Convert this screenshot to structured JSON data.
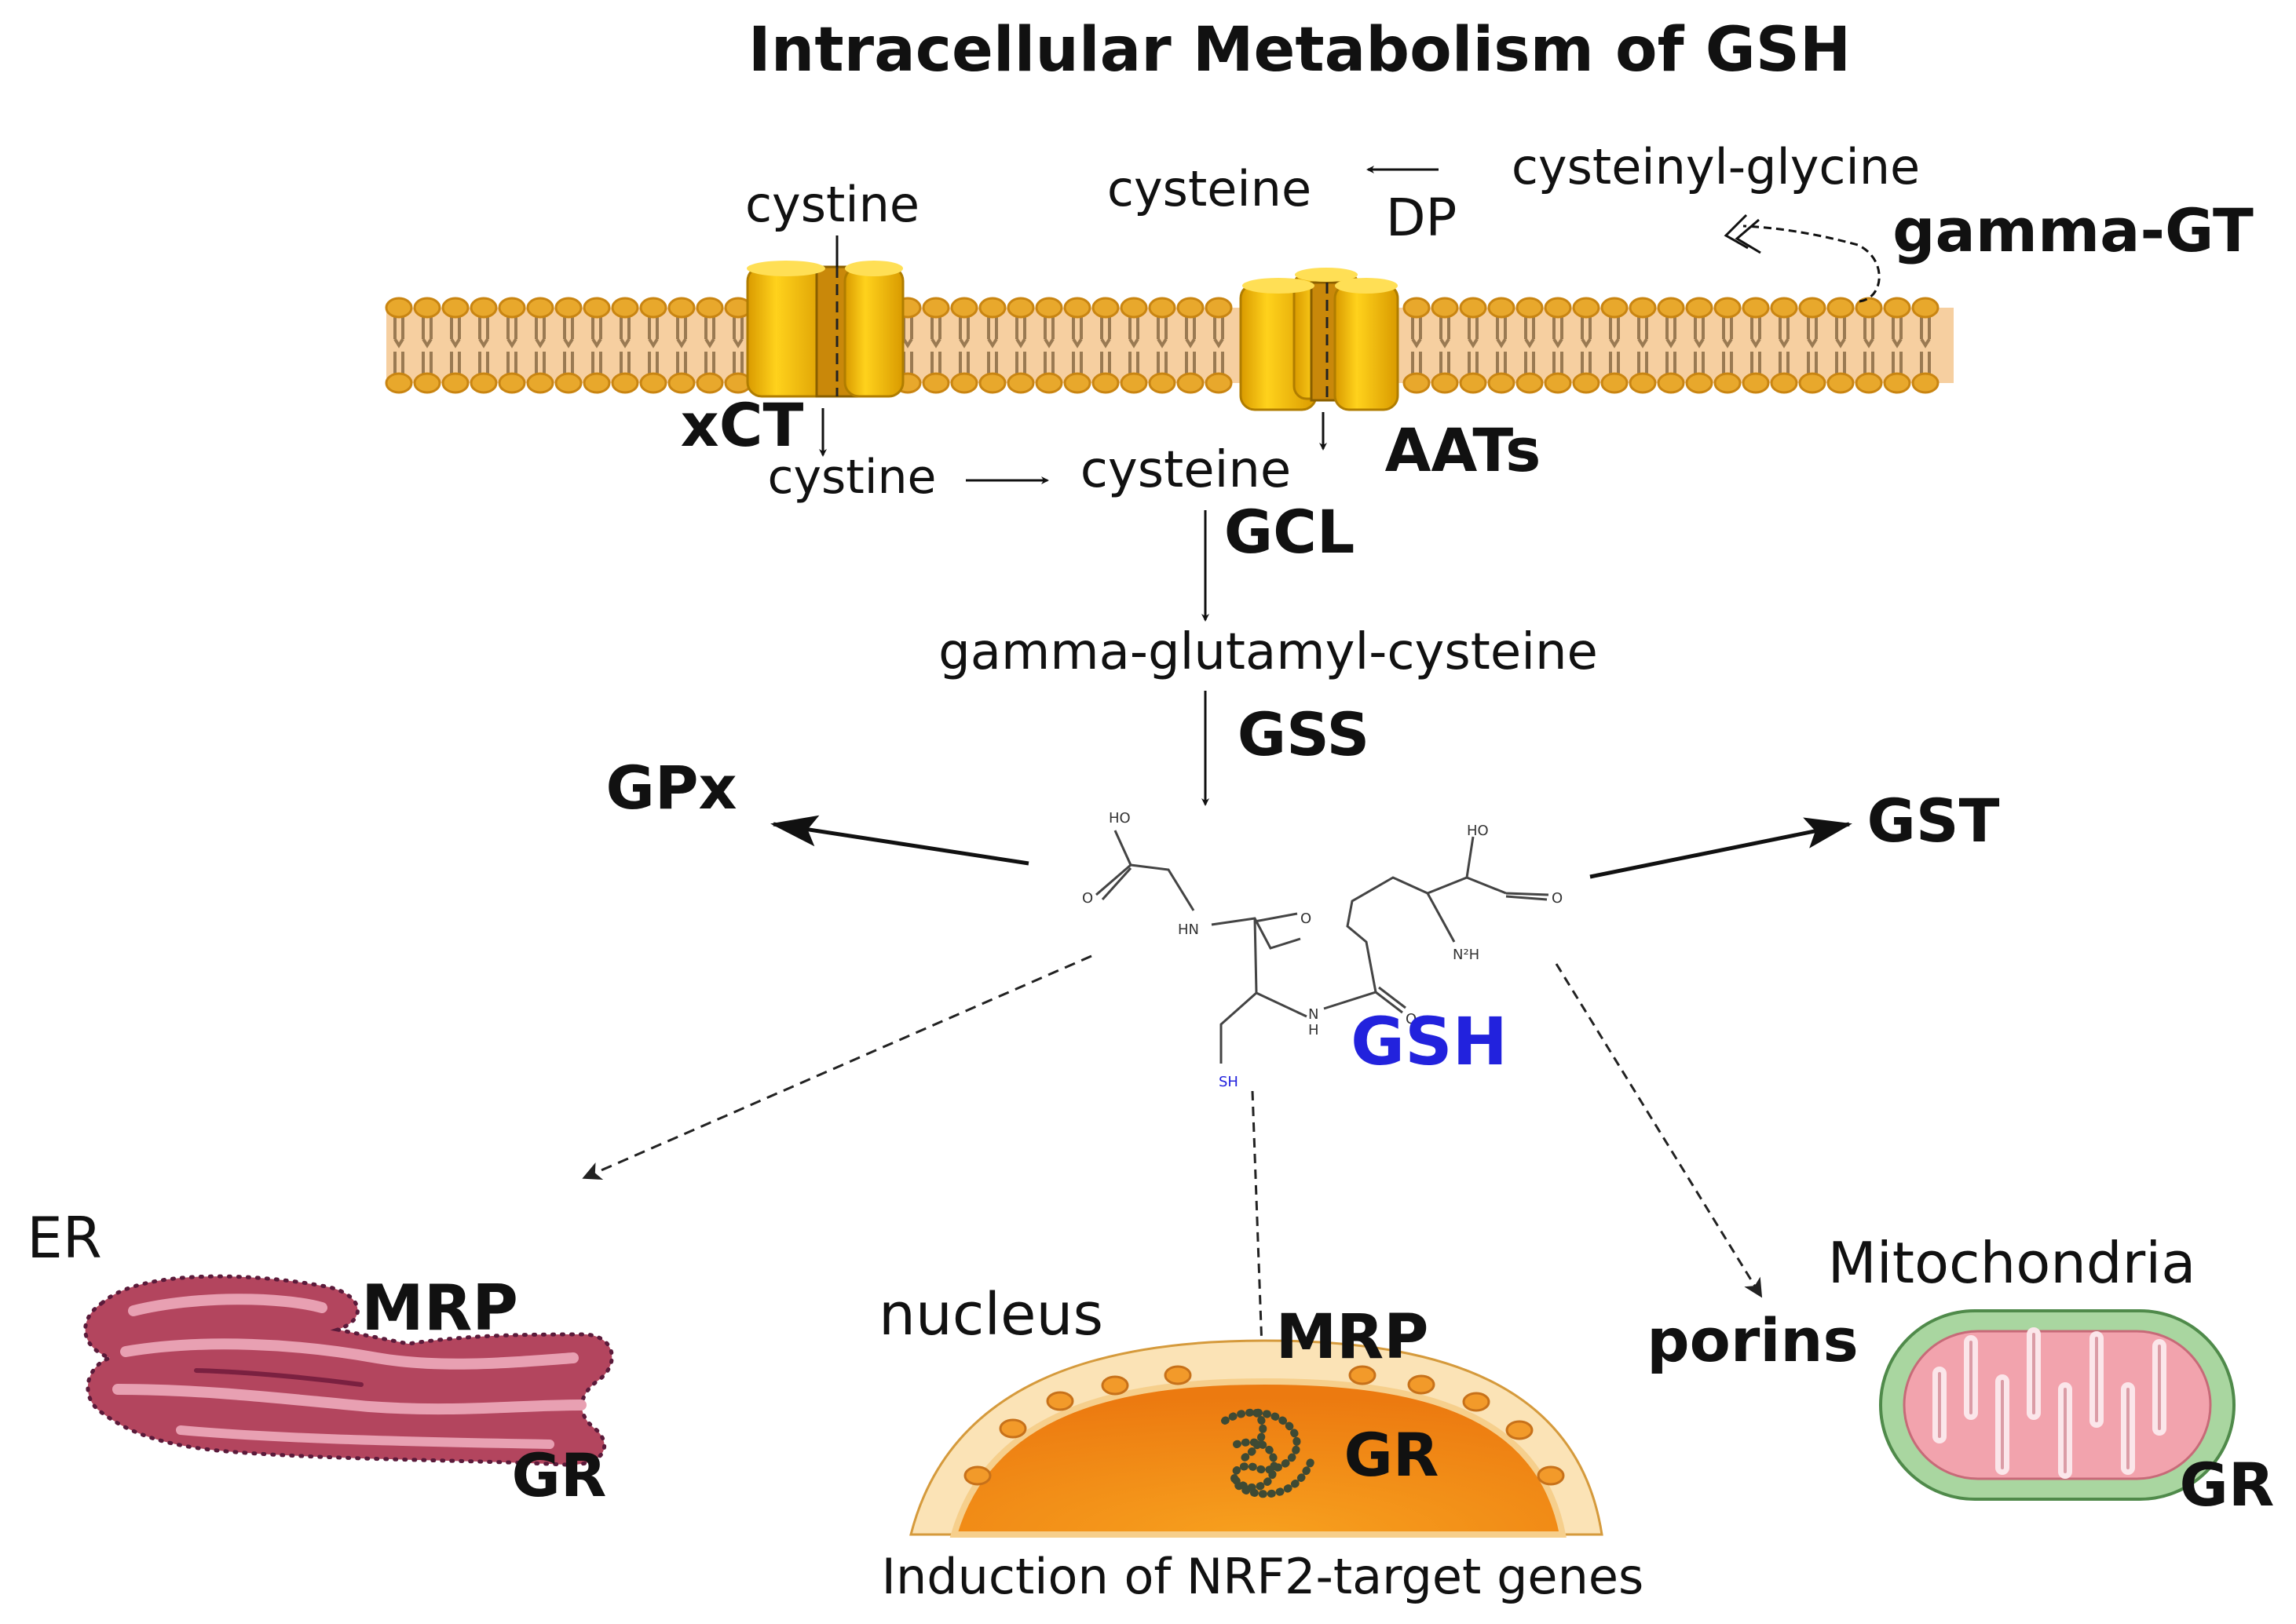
{
  "title": "Intracellular Metabolism of GSH",
  "labels": {
    "cystine_out": "cystine",
    "cysteine_out": "cysteine",
    "cysteinyl_glycine": "cysteinyl-glycine",
    "dp": "DP",
    "gamma_gt": "gamma-GT",
    "xct": "xCT",
    "aats": "AATs",
    "cystine_in": "cystine",
    "cysteine_in": "cysteine",
    "gcl": "GCL",
    "gamma_glutamyl_cysteine": "gamma-glutamyl-cysteine",
    "gss": "GSS",
    "gpx": "GPx",
    "gst": "GST",
    "gsh": "GSH",
    "er": "ER",
    "mrp_er": "MRP",
    "gr_er": "GR",
    "nucleus": "nucleus",
    "mrp_nucleus": "MRP",
    "gr_nucleus": "GR",
    "nrf2": "Induction of NRF2-target genes",
    "mitochondria": "Mitochondria",
    "porins": "porins",
    "gr_mito": "GR"
  },
  "molecule": {
    "ho_left": "HO",
    "ho_right": "HO",
    "o1": "O",
    "o2": "O",
    "o3": "O",
    "o4": "O",
    "hn": "HN",
    "n": "N",
    "h": "H",
    "nh2": "N²H",
    "sh": "SH"
  },
  "colors": {
    "membrane_head": "#e8a82c",
    "membrane_body": "#f6cfa0",
    "transporter": "#f5c518",
    "gsh_blue": "#2222dd",
    "er_fill": "#b3455e",
    "nucleus_orange": "#f28c1c",
    "mito_green": "#a9d6a0",
    "mito_pink": "#f2a3ad"
  }
}
